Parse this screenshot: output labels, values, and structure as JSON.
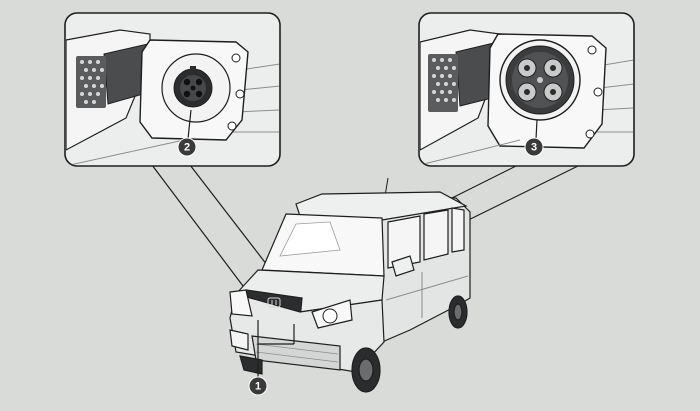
{
  "callouts": {
    "charging_port": "1",
    "normal_charge_inlet": "2",
    "quick_charge_inlet": "3"
  },
  "colors": {
    "background": "#d9dbd9",
    "inset_fill": "#eceeed",
    "outline": "#1e1e1e",
    "callout_badge": "#3a3a3a",
    "vehicle_body": "#e7e9e8",
    "charge_lid": "#2b2d2f"
  },
  "icons": [
    "honda-logo-icon",
    "normal-charge-connector-icon",
    "quick-charge-connector-icon"
  ]
}
